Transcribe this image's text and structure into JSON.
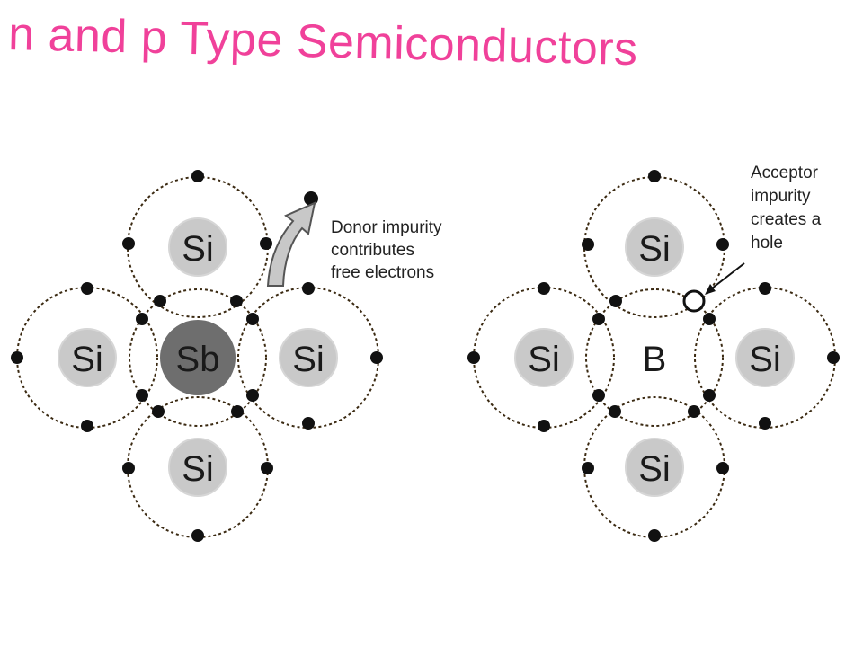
{
  "title": "n and p Type Semiconductors",
  "colors": {
    "title": "#f0419a",
    "si_atom": "#c9c9c9",
    "sb_atom": "#6e6e6e",
    "b_atom": "#ffffff",
    "electron": "#111111",
    "bond_orbit": "#3b2a12"
  },
  "n_type": {
    "center_label": "Sb",
    "neighbor_labels": [
      "Si",
      "Si",
      "Si",
      "Si"
    ],
    "annotation": [
      "Donor impurity",
      "contributes",
      "free electrons"
    ]
  },
  "p_type": {
    "center_label": "B",
    "neighbor_labels": [
      "Si",
      "Si",
      "Si",
      "Si"
    ],
    "annotation": [
      "Acceptor",
      "impurity",
      "creates a",
      "hole"
    ]
  }
}
